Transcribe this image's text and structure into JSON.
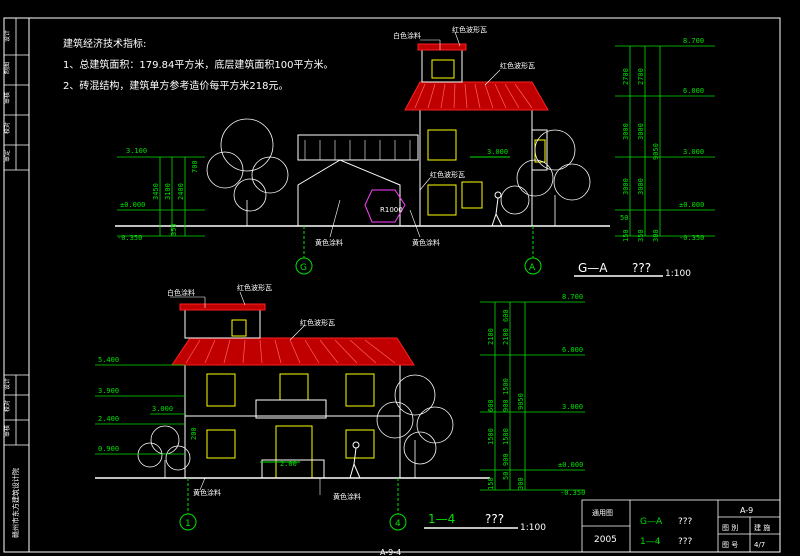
{
  "notes": {
    "title": "建筑经济技术指标:",
    "line1": "1、总建筑面积：179.84平方米，底层建筑面积100平方米。",
    "line2": "2、砖混结构，建筑单方参考造价每平方米218元。"
  },
  "upper": {
    "labels": {
      "white_paint": "白色涂料",
      "red_tile_a": "红色波形瓦",
      "red_tile_b": "红色波形瓦",
      "red_tile_c": "红色波形瓦",
      "yellow_paint": "黄色涂料",
      "yellow_paint_b": "黄色涂料",
      "radius": "R1000"
    },
    "left_levels": [
      "3.100",
      "±0.000",
      "-0.350"
    ],
    "left_dims": [
      "3450",
      "3100",
      "2400",
      "700",
      "350"
    ],
    "right_levels": [
      "8.700",
      "6.000",
      "3.000",
      "±0.000",
      "-0.350"
    ],
    "right_dims": [
      "2700",
      "2700",
      "3000",
      "3000",
      "3000",
      "3000",
      "9050",
      "50",
      "150",
      "350",
      "300"
    ],
    "mid_level": "3.000",
    "axis_left": "G",
    "axis_right": "A",
    "view_title": "G—A",
    "view_qq": "???",
    "scale": "1:100"
  },
  "lower": {
    "labels": {
      "white_paint": "白色涂料",
      "red_tile_a": "红色波形瓦",
      "red_tile_b": "红色波形瓦",
      "yellow_paint_a": "黄色涂料",
      "yellow_paint_b": "黄色涂料"
    },
    "left_levels": [
      "5.400",
      "3.900",
      "3.000",
      "2.400",
      "0.900"
    ],
    "right_levels": [
      "8.700",
      "6.000",
      "3.000",
      "±0.000",
      "-0.350"
    ],
    "right_dims": [
      "600",
      "2100",
      "2100",
      "1500",
      "900",
      "600",
      "1500",
      "1500",
      "900",
      "9050",
      "150",
      "50",
      "300"
    ],
    "mid_dim": "200",
    "mid_level": "2.00",
    "axis_left": "1",
    "axis_right": "4",
    "view_title": "1—4",
    "view_qq": "???",
    "scale": "1:100"
  },
  "sidebar": {
    "top_cells": [
      "设计",
      "制图",
      "审核",
      "校对",
      "审定"
    ],
    "mid_cells": [
      "设计",
      "校对",
      "审核"
    ],
    "company": "赣州市东方建筑设计院"
  },
  "titleblock": {
    "drawing_type": "通用图",
    "year": "2005",
    "item1": "G—A",
    "item1_q": "???",
    "item2": "1—4",
    "item2_q": "???",
    "code": "A-9",
    "row2_a": "图 別",
    "row2_b": "建 施",
    "row3_a": "图 号",
    "row3_b": "4/7"
  },
  "footer": "A-9-4",
  "colors": {
    "line": "#ffffff",
    "green": "#00e000",
    "yellow": "#ffff00",
    "red": "#ff2020",
    "magenta": "#ff40ff"
  }
}
